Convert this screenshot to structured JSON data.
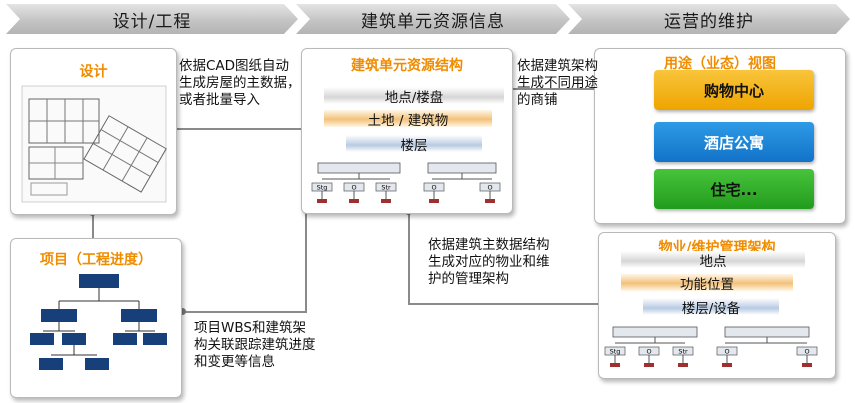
{
  "header": {
    "step1": "设计/工程",
    "step2": "建筑单元资源信息",
    "step3": "运营的维护"
  },
  "design_panel": {
    "title": "设计"
  },
  "project_panel": {
    "title": "项目（工程进度）"
  },
  "structure_panel": {
    "title": "建筑单元资源结构",
    "layers": [
      "地点/楼盘",
      "土地 / 建筑物",
      "楼层"
    ],
    "tree_labels": [
      "Stg",
      "O",
      "Str",
      "O",
      "O"
    ]
  },
  "use_panel": {
    "title": "用途（业态）视图",
    "buttons": [
      "购物中心",
      "酒店公寓",
      "住宅..."
    ],
    "colors": {
      "mall": "#f2a900",
      "hotel": "#1680d8",
      "residence": "#30ae28"
    }
  },
  "maint_panel": {
    "title": "物业/维护管理架构",
    "layers": [
      "地点",
      "功能位置",
      "楼层/设备"
    ],
    "tree_labels": [
      "Stg",
      "O",
      "Str",
      "O",
      "O"
    ]
  },
  "notes": {
    "cad": "依据CAD图纸自动生成房屋的主数据，或者批量导入",
    "use": "依据建筑架构生成不同用途的商铺",
    "maint": "依据建筑主数据结构生成对应的物业和维护的管理架构",
    "wbs": "项目WBS和建筑架构关联跟踪建筑进度和变更等信息"
  }
}
